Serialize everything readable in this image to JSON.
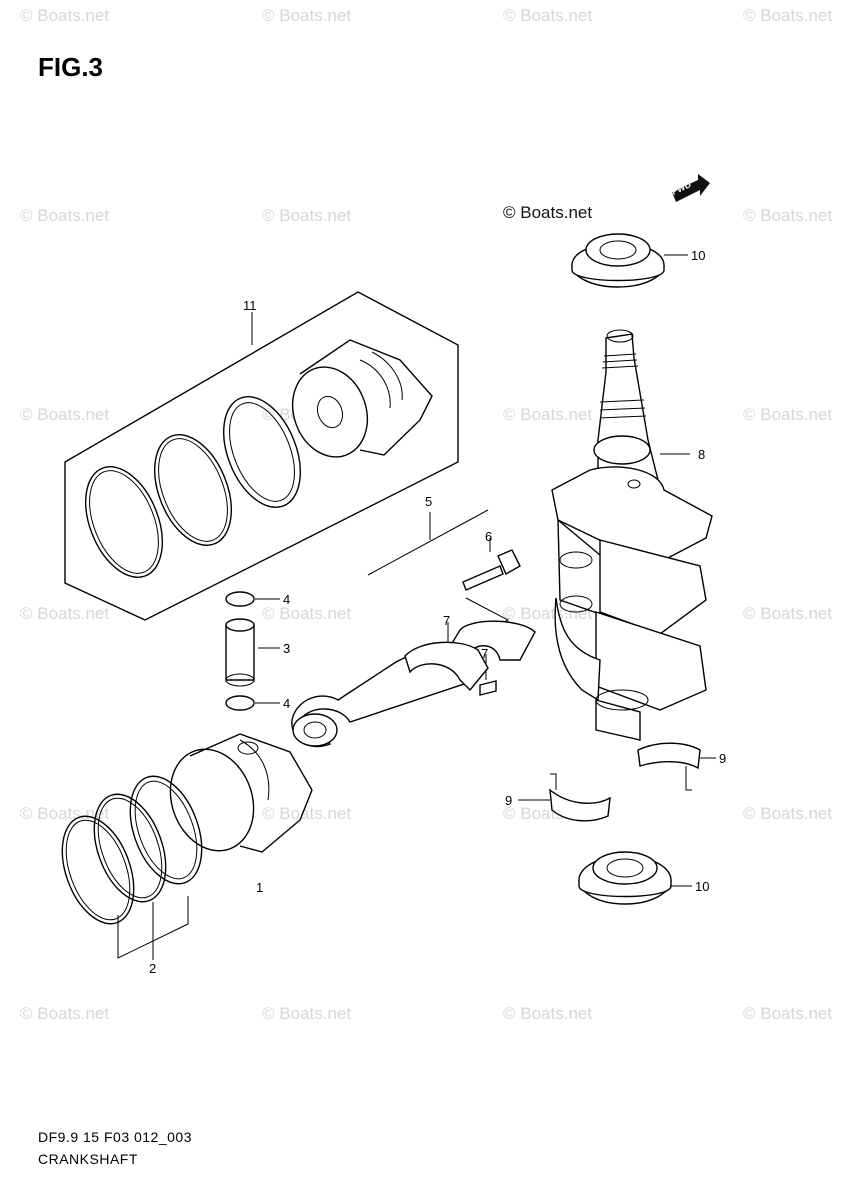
{
  "figure": {
    "title": "FIG.3",
    "code": "DF9.9 15 F03 012_003",
    "caption": "CRANKSHAFT",
    "fwd_label": "FWD"
  },
  "watermark": {
    "text": "© Boats.net"
  },
  "callouts": [
    {
      "id": "1",
      "text": "1"
    },
    {
      "id": "2",
      "text": "2"
    },
    {
      "id": "3",
      "text": "3"
    },
    {
      "id": "4a",
      "text": "4"
    },
    {
      "id": "4b",
      "text": "4"
    },
    {
      "id": "5",
      "text": "5"
    },
    {
      "id": "6",
      "text": "6"
    },
    {
      "id": "7a",
      "text": "7"
    },
    {
      "id": "7b",
      "text": "7"
    },
    {
      "id": "8",
      "text": "8"
    },
    {
      "id": "9a",
      "text": "9"
    },
    {
      "id": "9b",
      "text": "9"
    },
    {
      "id": "10a",
      "text": "10"
    },
    {
      "id": "10b",
      "text": "10"
    },
    {
      "id": "11",
      "text": "11"
    }
  ]
}
